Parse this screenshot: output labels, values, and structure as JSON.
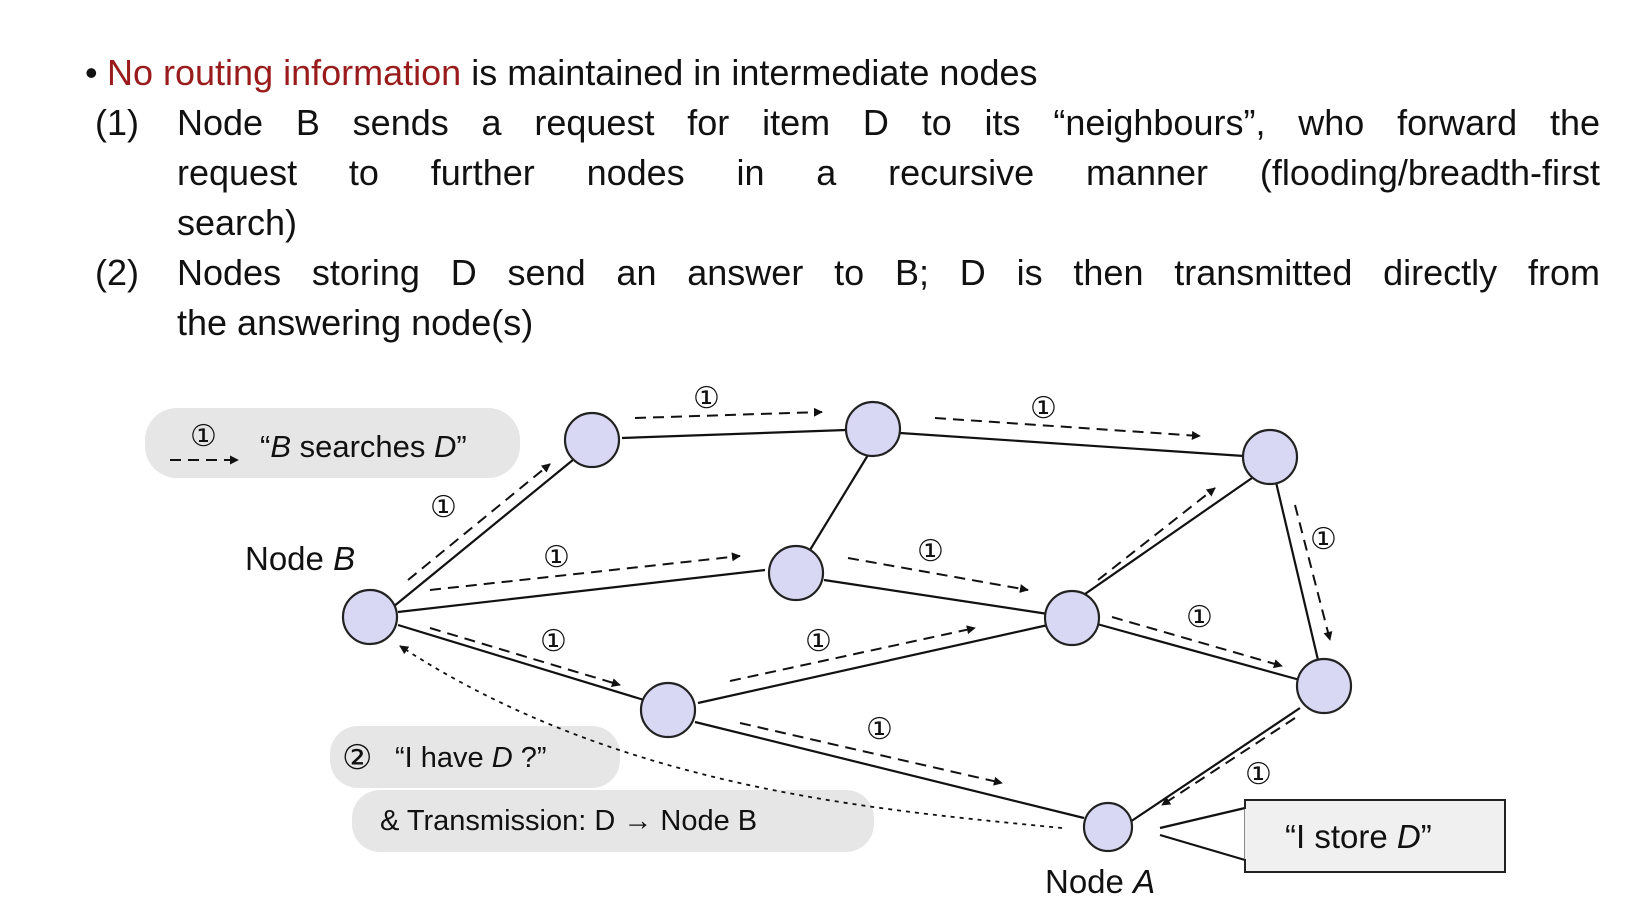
{
  "text": {
    "bullet_prefix": "•",
    "bullet_highlight": "No routing information",
    "bullet_rest": " is maintained in intermediate nodes",
    "step1_num": "(1)",
    "step1_line1": "Node B sends a request for item D to its “neighbours”, who forward the",
    "step1_line2": "request to further nodes in a recursive manner (flooding/breadth-first",
    "step1_line3": "search)",
    "step2_num": "(2)",
    "step2_line1": "Nodes storing D send an answer to B; D is then transmitted directly from",
    "step2_line2": "the answering node(s)"
  },
  "diagram": {
    "step1_marker": "①",
    "step2_marker": "②",
    "legend_text_quote_open": "“",
    "legend_text_B": "B",
    "legend_text_mid": " searches ",
    "legend_text_D": "D",
    "legend_text_quote_close": "”",
    "node_b_label": "Node ",
    "node_b_letter": "B",
    "node_a_label": "Node ",
    "node_a_letter": "A",
    "answer_open": "“I have ",
    "answer_D": "D",
    "answer_close": " ?”",
    "transmission": "& Transmission: D → Node B",
    "store_open": "“I store ",
    "store_D": "D",
    "store_close": "”",
    "colors": {
      "node_fill": "#d8d8f4",
      "node_stroke": "#222222",
      "bubble_fill": "#e6e6e6",
      "highlight": "#9a1b1b"
    }
  }
}
